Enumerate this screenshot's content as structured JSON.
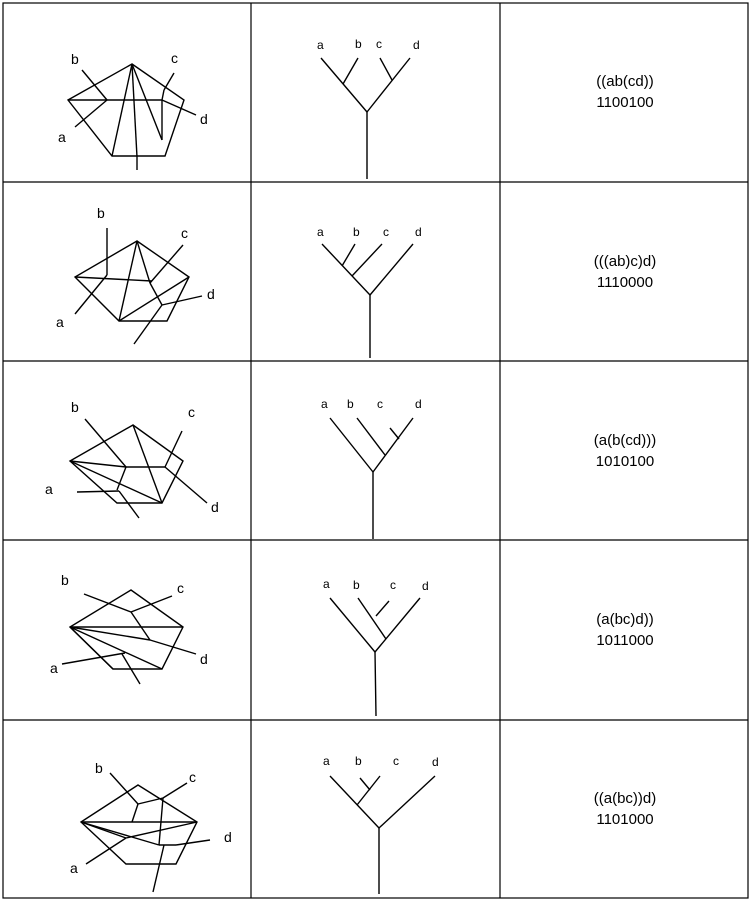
{
  "rows": [
    {
      "diagram_labels": {
        "a": "a",
        "b": "b",
        "c": "c",
        "d": "d"
      },
      "tree_labels": {
        "a": "a",
        "b": "b",
        "c": "c",
        "d": "d"
      },
      "formula": "((ab(cd))",
      "code": "1100100"
    },
    {
      "diagram_labels": {
        "a": "a",
        "b": "b",
        "c": "c",
        "d": "d"
      },
      "tree_labels": {
        "a": "a",
        "b": "b",
        "c": "c",
        "d": "d"
      },
      "formula": "(((ab)c)d)",
      "code": "1110000"
    },
    {
      "diagram_labels": {
        "a": "a",
        "b": "b",
        "c": "c",
        "d": "d"
      },
      "tree_labels": {
        "a": "a",
        "b": "b",
        "c": "c",
        "d": "d"
      },
      "formula": "(a(b(cd)))",
      "code": "1010100"
    },
    {
      "diagram_labels": {
        "a": "a",
        "b": "b",
        "c": "c",
        "d": "d"
      },
      "tree_labels": {
        "a": "a",
        "b": "b",
        "c": "c",
        "d": "d"
      },
      "formula": "(a(bc)d))",
      "code": "1011000"
    },
    {
      "diagram_labels": {
        "a": "a",
        "b": "b",
        "c": "c",
        "d": "d"
      },
      "tree_labels": {
        "a": "a",
        "b": "b",
        "c": "c",
        "d": "d"
      },
      "formula": "((a(bc))d)",
      "code": "1101000"
    }
  ]
}
